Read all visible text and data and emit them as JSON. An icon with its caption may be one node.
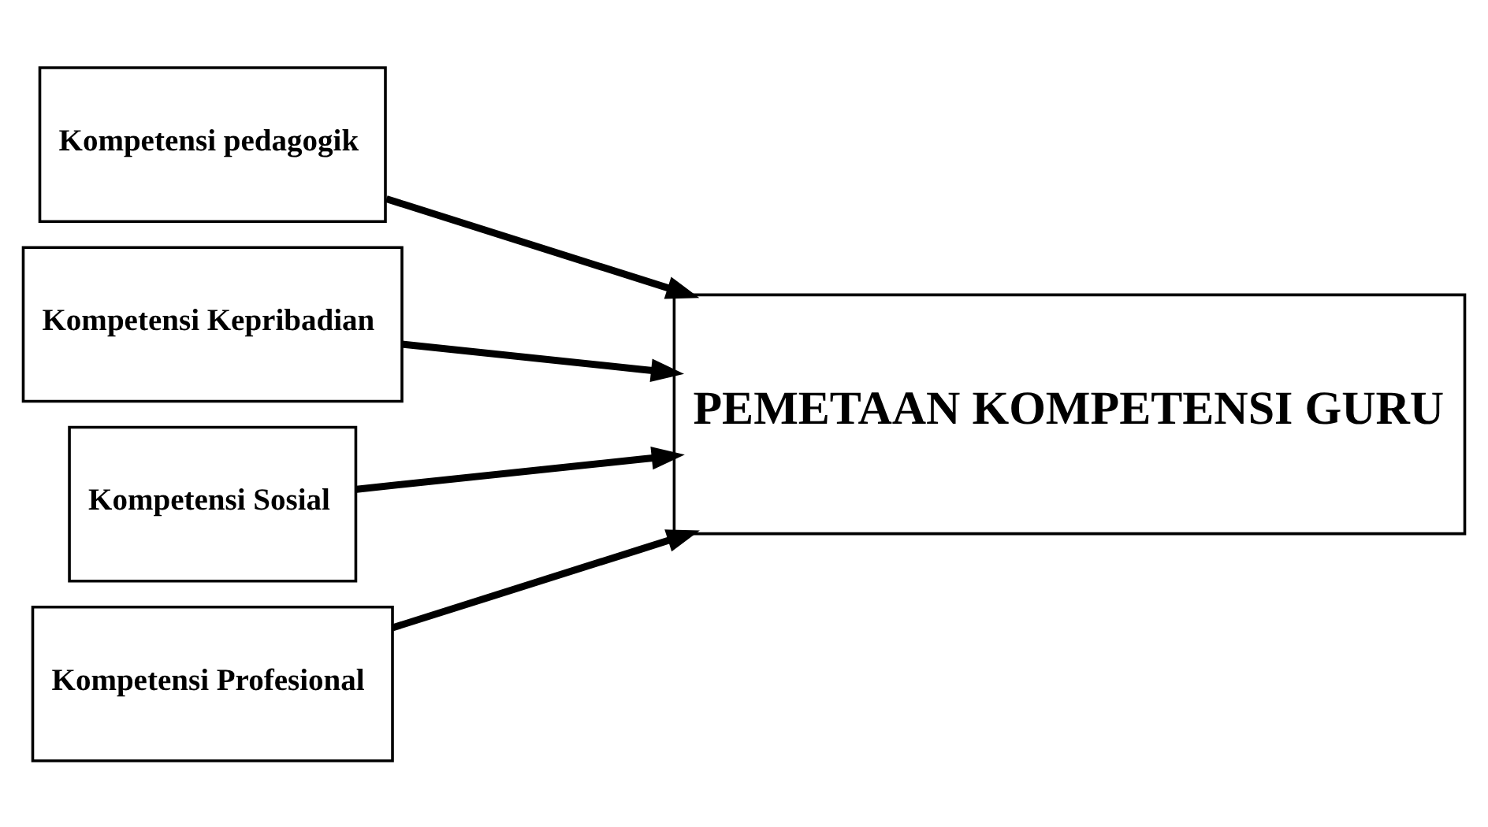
{
  "diagram": {
    "nodes": [
      {
        "text": [
          "Kompetensi pedagogik"
        ]
      },
      {
        "text": [
          "Kompetensi Kepribadian"
        ]
      },
      {
        "text": [
          "Kompetensi Sosial"
        ]
      },
      {
        "text": [
          "Kompetensi Profesional"
        ]
      },
      {
        "text": [
          "PEMETAAN KOMPETENSI GURU"
        ]
      }
    ],
    "edges": [
      {
        "from": 0,
        "to": 4,
        "arrow": "to"
      },
      {
        "from": 1,
        "to": 4,
        "arrow": "to"
      },
      {
        "from": 2,
        "to": 4,
        "arrow": "to"
      },
      {
        "from": 3,
        "to": 4,
        "arrow": "to"
      }
    ]
  }
}
